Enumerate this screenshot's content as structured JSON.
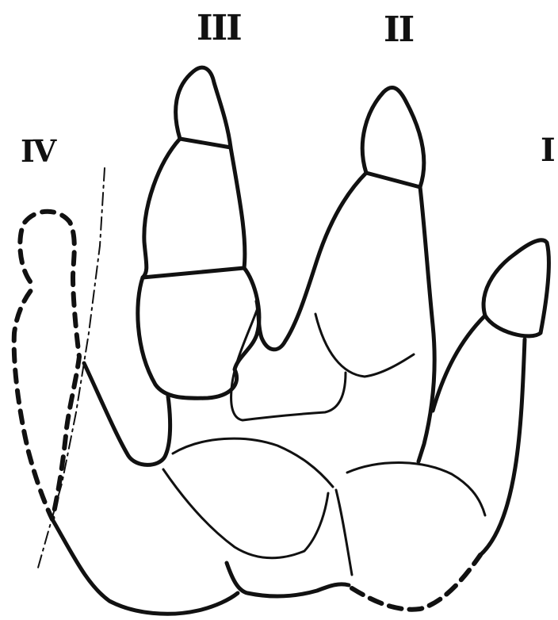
{
  "digit_labels": {
    "digit_iii": "III",
    "digit_ii": "II",
    "digit_i": "I",
    "digit_iv": "IV"
  },
  "colors": {
    "ink": "#111111",
    "background": "#ffffff"
  }
}
